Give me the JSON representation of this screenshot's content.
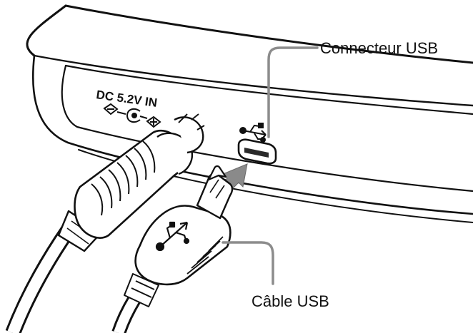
{
  "labels": {
    "usb_connector": "Connecteur USB",
    "usb_cable": "Câble USB",
    "dc_input": "DC 5.2V IN"
  },
  "icons": {
    "usb_port_symbol": "usb-icon",
    "cable_plug_symbol": "usb-icon",
    "insertion_arrow": "arrow-icon",
    "dc_polarity_symbol": "dc-polarity-icon"
  }
}
